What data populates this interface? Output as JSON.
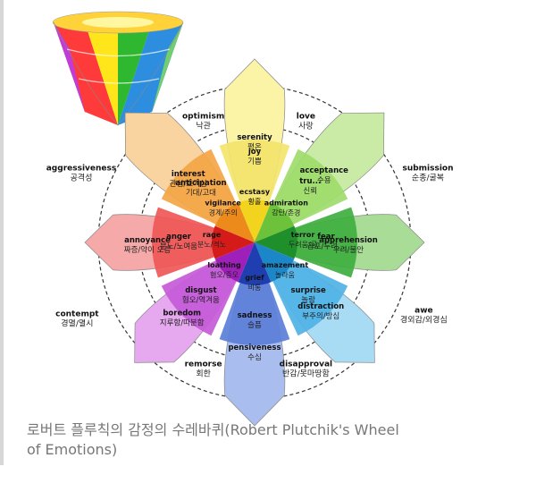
{
  "caption": {
    "line1": "로버트 플루칙의 감정의 수레바퀴(Robert Plutchik's Wheel",
    "line2": "of Emotions)"
  },
  "outer_labels": [
    {
      "en": "optimism",
      "ko": "낙관"
    },
    {
      "en": "love",
      "ko": "사랑"
    },
    {
      "en": "aggressiveness",
      "ko": "공격성"
    },
    {
      "en": "submission",
      "ko": "순종/굴복"
    },
    {
      "en": "contempt",
      "ko": "경멸/멸시"
    },
    {
      "en": "awe",
      "ko": "경외감/외경심"
    },
    {
      "en": "remorse",
      "ko": "회한"
    },
    {
      "en": "disapproval",
      "ko": "반감/못마땅함"
    }
  ],
  "petals": [
    {
      "key": "yellow",
      "color": "#f3e46b",
      "light": "#fbf3a6",
      "inner": "#f2d41e",
      "outer": {
        "en": "serenity",
        "ko": "평온"
      },
      "mid": {
        "en": "joy",
        "ko": "기쁨"
      },
      "core": {
        "en": "ecstasy",
        "ko": "황홀"
      }
    },
    {
      "key": "lightgreen",
      "color": "#9edb6b",
      "light": "#c9eba6",
      "inner": "#6cc23b",
      "outer": {
        "en": "acceptance",
        "ko": "수용"
      },
      "mid": {
        "en": "tru...",
        "ko": "신뢰"
      },
      "core": {
        "en": "admiration",
        "ko": "감탄/존경"
      }
    },
    {
      "key": "green",
      "color": "#3fae3f",
      "light": "#a9dd97",
      "inner": "#1e8f2a",
      "outer": {
        "en": "apprehension",
        "ko": "우려/불안"
      },
      "mid": {
        "en": "fear",
        "ko": "공포/두려..."
      },
      "core": {
        "en": "terror",
        "ko": "두려움/공"
      }
    },
    {
      "key": "cyan",
      "color": "#4fb2e6",
      "light": "#a8dcf5",
      "inner": "#1b87c8",
      "outer": {
        "en": "distraction",
        "ko": "부주의/방심"
      },
      "mid": {
        "en": "surprise",
        "ko": "놀람"
      },
      "core": {
        "en": "amazement",
        "ko": "놀라움"
      }
    },
    {
      "key": "blue",
      "color": "#5b7fd8",
      "light": "#a9bdef",
      "inner": "#1f3fb0",
      "outer": {
        "en": "pensiveness",
        "ko": "수심"
      },
      "mid": {
        "en": "sadness",
        "ko": "슬픔"
      },
      "core": {
        "en": "grief",
        "ko": "비통"
      }
    },
    {
      "key": "purple",
      "color": "#c45ad8",
      "light": "#e6a9ef",
      "inner": "#9e1fb9",
      "outer": {
        "en": "boredom",
        "ko": "지루함/따분함"
      },
      "mid": {
        "en": "disgust",
        "ko": "혐오/역겨움"
      },
      "core": {
        "en": "loathing",
        "ko": "혐오/증오"
      }
    },
    {
      "key": "red",
      "color": "#ef5757",
      "light": "#f6a9a9",
      "inner": "#d51a1a",
      "outer": {
        "en": "annoyance",
        "ko": "짜증/약이 오름"
      },
      "mid": {
        "en": "anger",
        "ko": "분노/노여움"
      },
      "core": {
        "en": "rage",
        "ko": "분노/격노"
      }
    },
    {
      "key": "orange",
      "color": "#f4a545",
      "light": "#f9d3a0",
      "inner": "#ec8a1b",
      "outer": {
        "en": "interest",
        "ko": "관심/호기심"
      },
      "mid": {
        "en": "anticipation",
        "ko": "기대/고대"
      },
      "core": {
        "en": "vigilance",
        "ko": "경계/주의"
      }
    }
  ]
}
